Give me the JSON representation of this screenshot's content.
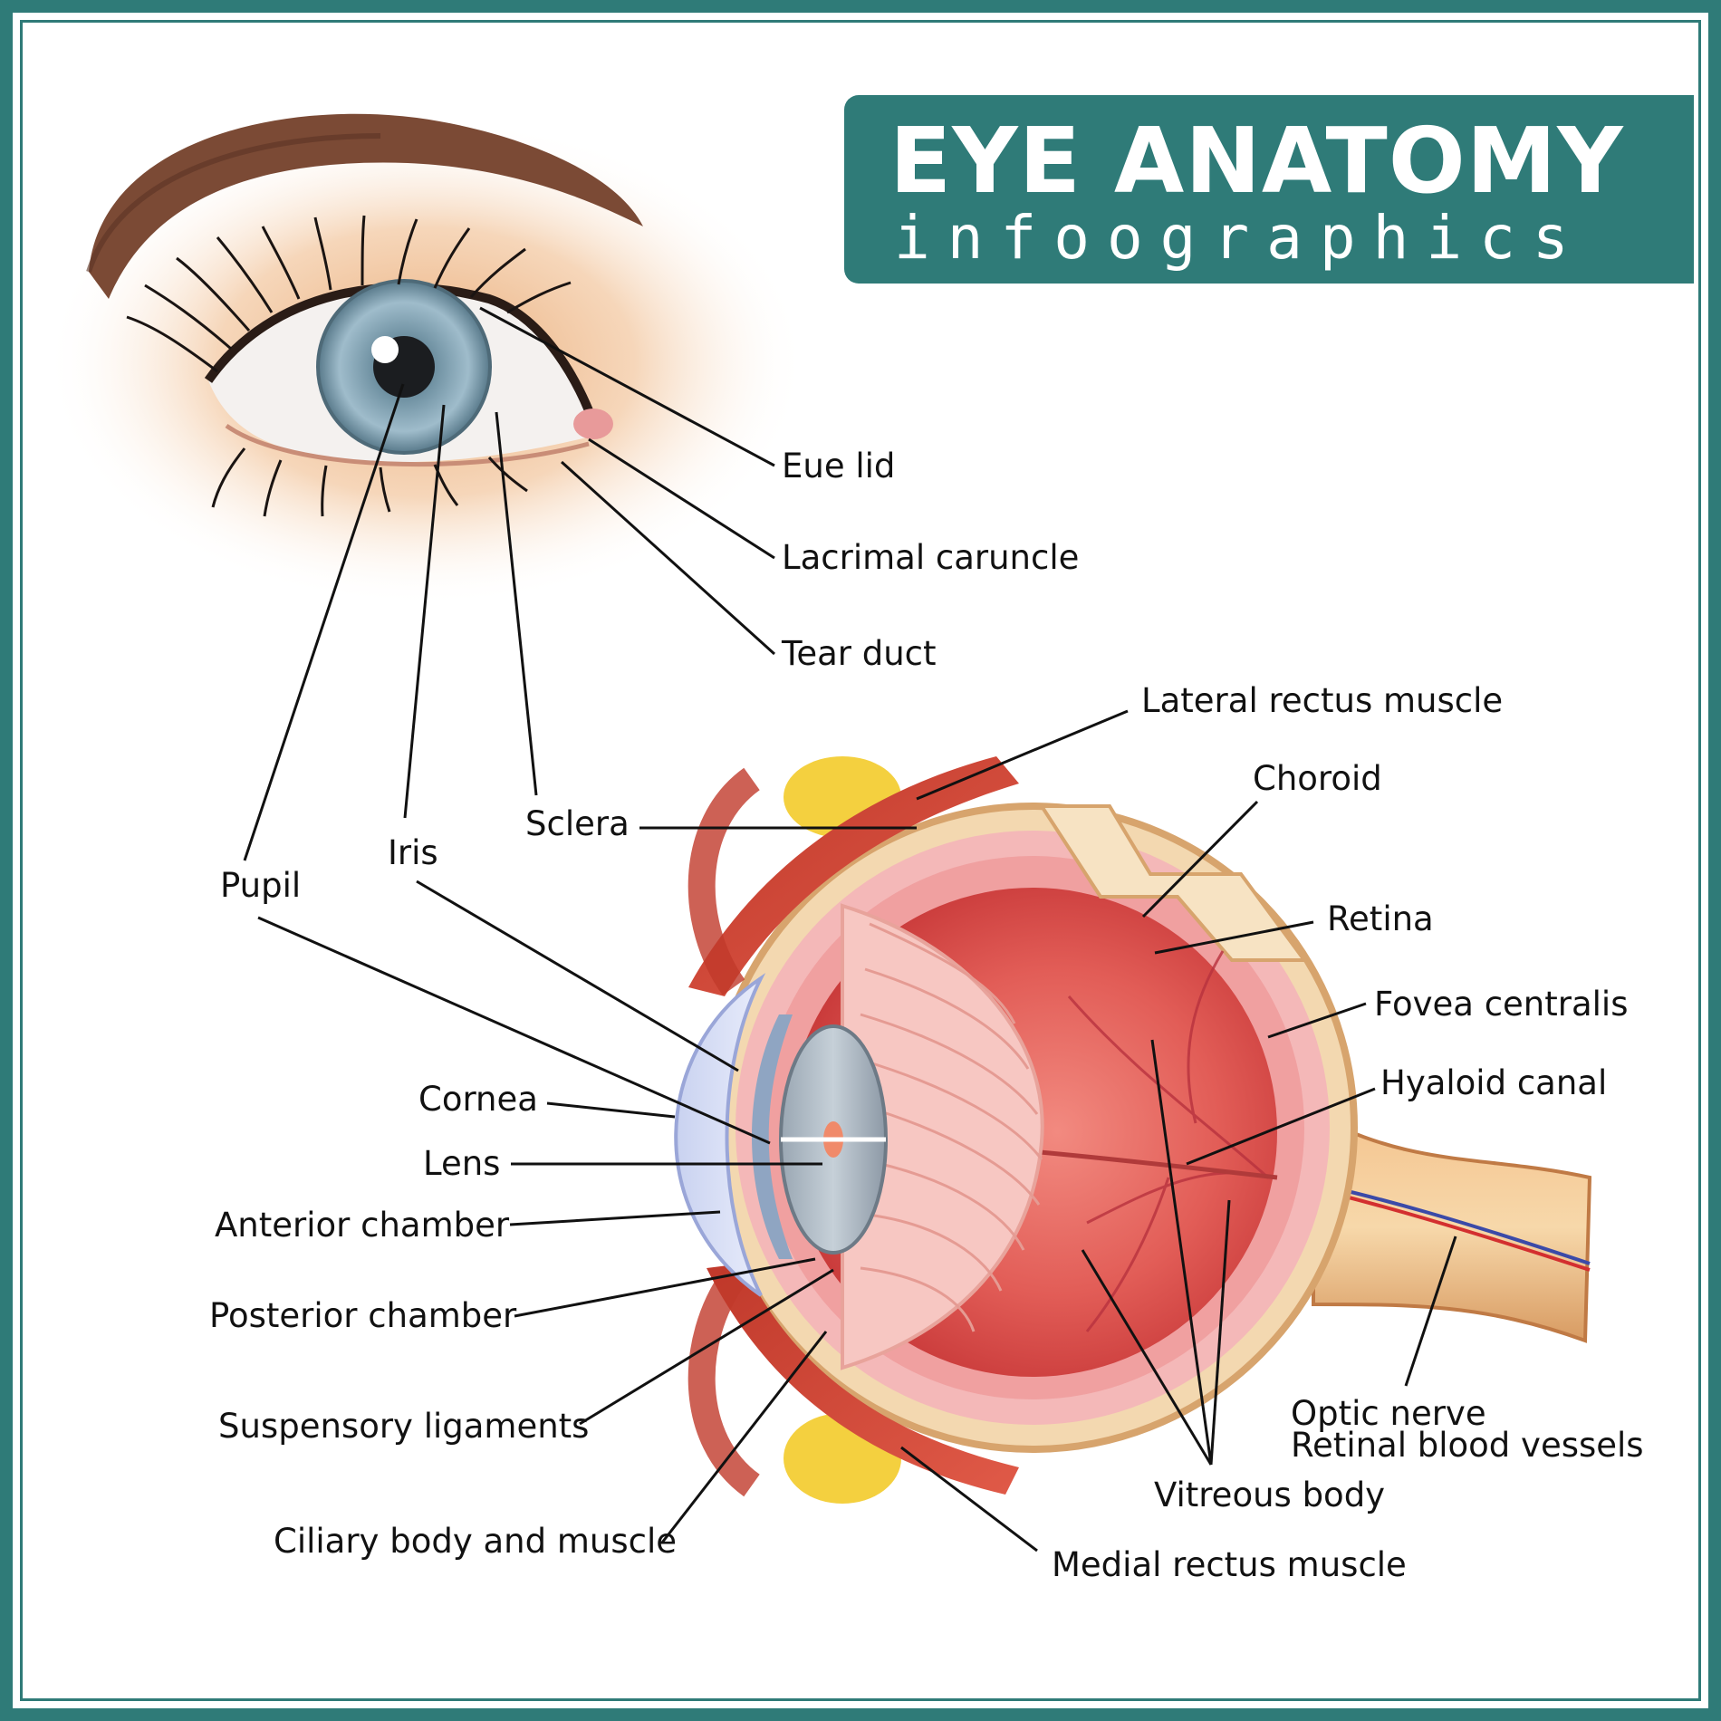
{
  "header": {
    "title": "EYE ANATOMY",
    "subtitle": "infoographics"
  },
  "labels": {
    "eye_lid": "Eue lid",
    "lacrimal_caruncle": "Lacrimal caruncle",
    "tear_duct": "Tear duct",
    "lateral_rectus_muscle": "Lateral rectus muscle",
    "choroid": "Choroid",
    "retina": "Retina",
    "fovea_centralis": "Fovea centralis",
    "hyaloid_canal": "Hyaloid canal",
    "sclera": "Sclera",
    "iris": "Iris",
    "pupil": "Pupil",
    "cornea": "Cornea",
    "lens": "Lens",
    "anterior_chamber": "Anterior chamber",
    "posterior_chamber": "Posterior chamber",
    "suspensory_ligaments": "Suspensory ligaments",
    "ciliary_body_and_muscle": "Ciliary body and muscle",
    "medial_rectus_muscle": "Medial rectus muscle",
    "vitreous_body": "Vitreous body",
    "optic_nerve": "Optic nerve",
    "retinal_blood_vessels": "Retinal blood vessels"
  },
  "colors": {
    "frame": "#2f7b78",
    "banner": "#2f7b78",
    "leader_lines": "#111111"
  }
}
